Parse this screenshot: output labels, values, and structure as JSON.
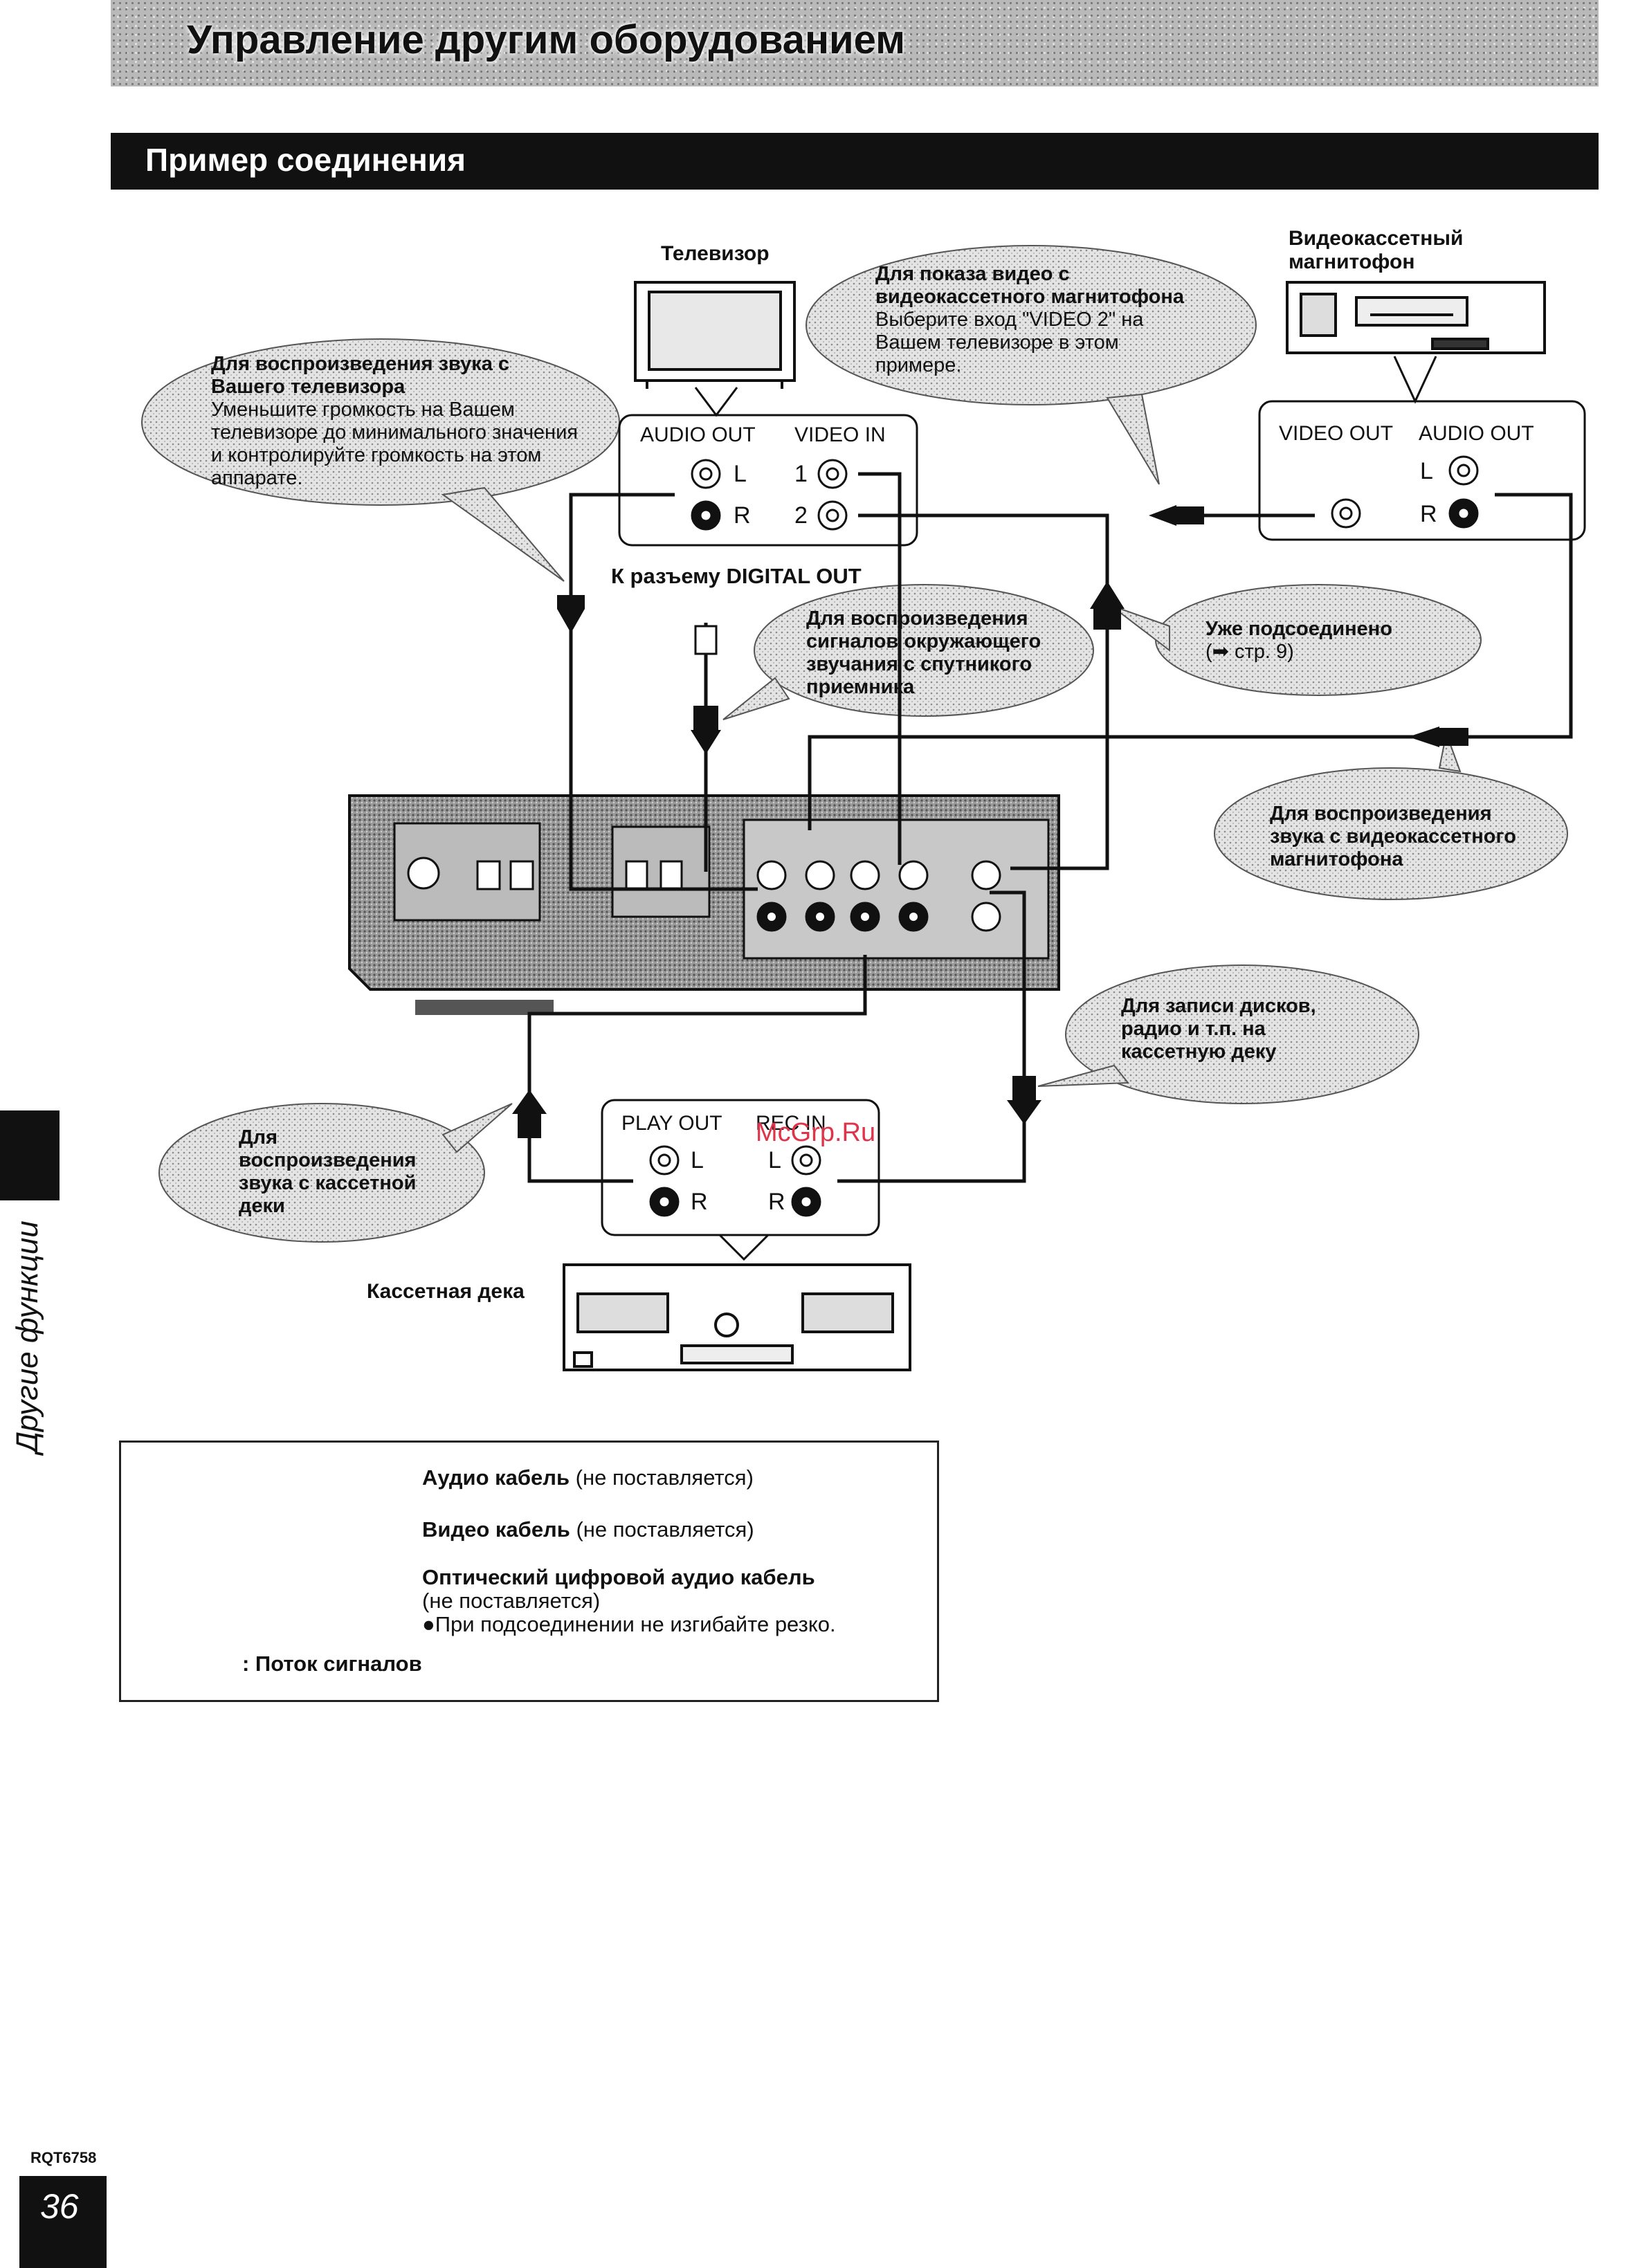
{
  "header": {
    "title": "Управление другим оборудованием"
  },
  "section": {
    "title": "Пример соединения"
  },
  "devices": {
    "tv": "Телевизор",
    "vcr_line1": "Видеокассетный",
    "vcr_line2": "магнитофон",
    "cassette": "Кассетная дека",
    "digital_out": "К разъему DIGITAL OUT"
  },
  "tv_panel": {
    "audio_out": "AUDIO OUT",
    "video_in": "VIDEO IN",
    "l": "L",
    "r": "R",
    "in1": "1",
    "in2": "2"
  },
  "vcr_panel": {
    "video_out": "VIDEO OUT",
    "audio_out": "AUDIO OUT",
    "l": "L",
    "r": "R"
  },
  "deck_panel": {
    "play_out": "PLAY OUT",
    "rec_in": "REC IN",
    "l1": "L",
    "r1": "R",
    "l2": "L",
    "r2": "R"
  },
  "bubbles": {
    "tv_sound": {
      "l1": "Для воспроизведения звука с",
      "l2": "Вашего телевизора",
      "l3": "Уменьшите громкость на Вашем",
      "l4": "телевизоре до минимального значения",
      "l5": "и контролируйте громкость на этом",
      "l6": "аппарате."
    },
    "vcr_video": {
      "l1": "Для показа видео с",
      "l2": "видеокассетного магнитофона",
      "l3": "Выберите вход \"VIDEO 2\" на",
      "l4": "Вашем телевизоре в этом",
      "l5": "примере."
    },
    "satellite": {
      "l1": "Для воспроизведения",
      "l2": "сигналов окружающего",
      "l3": "звучания с спутникого",
      "l4": "приемника"
    },
    "connected": {
      "l1": "Уже подсоединено",
      "l2": "(➡ стр. 9)"
    },
    "vcr_sound": {
      "l1": "Для воспроизведения",
      "l2": "звука с видеокассетного",
      "l3": "магнитофона"
    },
    "recording": {
      "l1": "Для записи дисков,",
      "l2": "радио и т.п. на",
      "l3": "кассетную деку"
    },
    "deck_play": {
      "l1": "Для",
      "l2": "воспроизведения",
      "l3": "звука с кассетной",
      "l4": "деки"
    }
  },
  "legend": {
    "audio_bold": "Аудио кабель",
    "audio_note": "(не поставляется)",
    "video_bold": "Видео кабель",
    "video_note": "(не поставляется)",
    "optical_bold": "Оптический цифровой аудио кабель",
    "optical_note": "(не поставляется)",
    "optical_warning": "●При подсоединении не изгибайте резко.",
    "flow": ": Поток сигналов"
  },
  "sidebar": {
    "label": "Другие функции"
  },
  "footer": {
    "doc_code": "RQT6758",
    "page": "36"
  },
  "watermark": "McGrp.Ru",
  "colors": {
    "watermark": "#e0334a",
    "bar": "#111111"
  }
}
